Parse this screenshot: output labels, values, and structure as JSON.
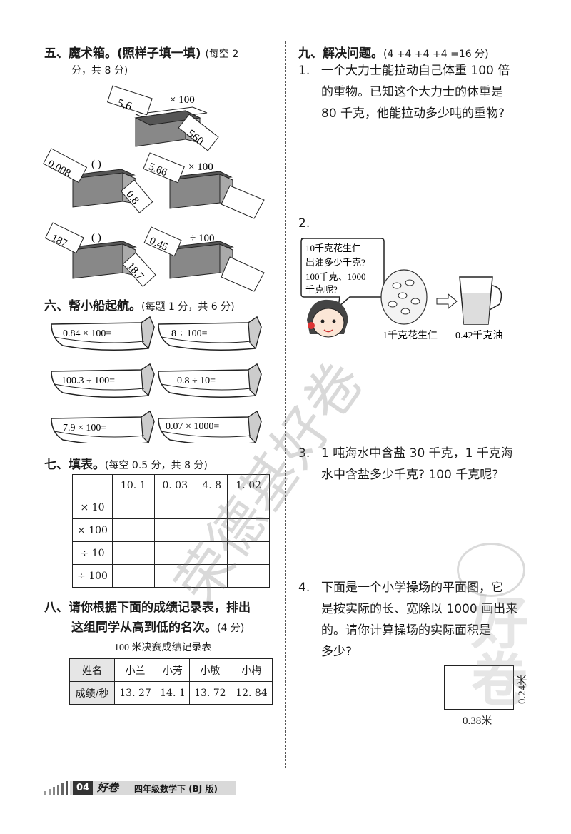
{
  "section5": {
    "title": "五、魔术箱。(照样子填一填)",
    "note": "(每空 2",
    "note2": "分，共 8 分)",
    "example": {
      "in": "5.6",
      "op": "× 100",
      "out": "560"
    },
    "box1": {
      "in": "0.008",
      "op": "(          )",
      "out": "0.8"
    },
    "box2": {
      "in": "5.66",
      "op": "× 100",
      "out": ""
    },
    "box3": {
      "in": "187",
      "op": "(          )",
      "out": "18.7"
    },
    "box4": {
      "in": "0.45",
      "op": "÷ 100",
      "out": ""
    }
  },
  "section6": {
    "title": "六、帮小船起航。",
    "note": "(每题 1 分，共 6 分)",
    "boats": [
      "0.84 × 100=",
      "8 ÷ 100=",
      "100.3 ÷ 100=",
      "0.8 ÷ 10=",
      "7.9 × 100=",
      "0.07 × 1000="
    ]
  },
  "section7": {
    "title": "七、填表。",
    "note": "(每空 0.5 分，共 8 分)",
    "columns": [
      "10. 1",
      "0. 03",
      "4. 8",
      "1. 02"
    ],
    "rows": [
      "× 10",
      "× 100",
      "÷ 10",
      "÷ 100"
    ]
  },
  "section8": {
    "title": "八、请你根据下面的成绩记录表，排出",
    "title2": "这组同学从高到低的名次。",
    "note": "(4 分)",
    "caption": "100 米决赛成绩记录表",
    "header_label": "姓名",
    "names": [
      "小兰",
      "小芳",
      "小敏",
      "小梅"
    ],
    "score_label": "成绩/秒",
    "scores": [
      "13. 27",
      "14. 1",
      "13. 72",
      "12. 84"
    ]
  },
  "section9": {
    "title": "九、解决问题。",
    "note": "(4 +4 +4 +4 =16 分)",
    "q1_num": "1.",
    "q1_lines": [
      "一个大力士能拉动自己体重 100 倍",
      "的重物。已知这个大力士的体重是",
      "80 千克，他能拉动多少吨的重物?"
    ],
    "q2_num": "2.",
    "q2_bubble": [
      "10千克花生仁",
      "出油多少千克?",
      "100千克、1000",
      "千克呢?"
    ],
    "q2_label1": "1千克花生仁",
    "q2_label2": "0.42千克油",
    "q3_num": "3.",
    "q3_lines": [
      "1 吨海水中含盐 30 千克，1 千克海",
      "水中含盐多少千克? 100 千克呢?"
    ],
    "q4_num": "4.",
    "q4_lines": [
      "下面是一个小学操场的平面图，它",
      "是按实际的长、宽除以 1000 画出来",
      "的。请你计算操场的实际面积是",
      "多少?"
    ],
    "q4_width": "0.38米",
    "q4_height": "0.24米"
  },
  "watermark": "荣德基好卷",
  "side_logo": "好卷",
  "footer": {
    "page": "04",
    "brand": "好卷",
    "book": "四年级数学下 (BJ 版)"
  }
}
